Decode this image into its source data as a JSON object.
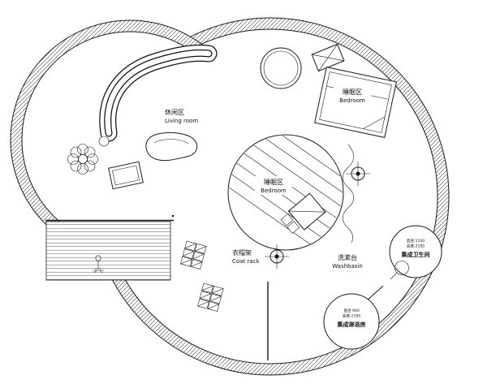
{
  "page": {
    "background": "#ffffff",
    "ink": "#1a1a1a"
  },
  "rooms": {
    "living": {
      "label_zh": "休闲区",
      "label_en": "Living room"
    },
    "bedroom_main": {
      "label_zh": "睡眠区",
      "label_en": "Bedroom"
    },
    "bedroom_round": {
      "label_zh": "睡眠区",
      "label_en": "Bedroom"
    },
    "coat_rack": {
      "label_zh": "衣帽架",
      "label_en": "Coat rack"
    },
    "washbasin": {
      "label_zh": "洗漱台",
      "label_en": "Washbasin"
    }
  },
  "pods": {
    "bathroom": {
      "spec_line1": "直径:1100",
      "spec_line2": "高度:2185",
      "name": "集成卫生间"
    },
    "shower": {
      "spec_line1": "直径:900",
      "spec_line2": "高度:2185",
      "name": "集成淋浴房"
    }
  }
}
